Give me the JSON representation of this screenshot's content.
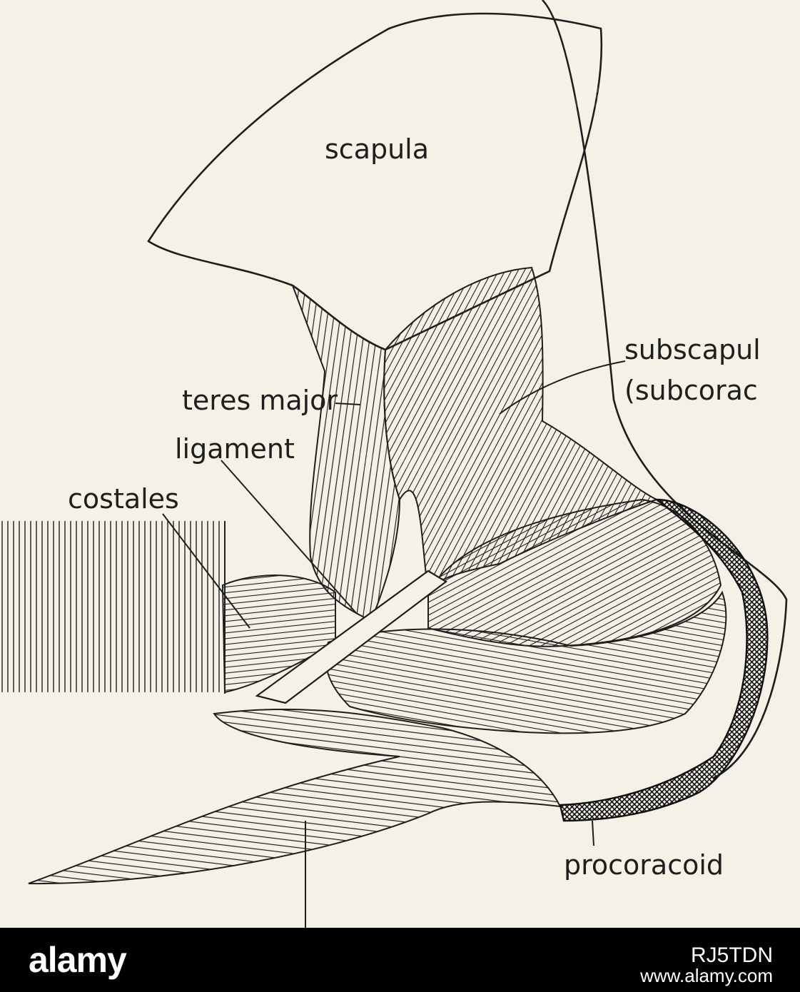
{
  "labels": {
    "scapula": "scapula",
    "subscapularis": "subscapul",
    "subcoracoid": "(subcorac",
    "teres_major": "teres major",
    "ligament": "ligament",
    "costales": "costales",
    "procoracoid": "procoracoid"
  },
  "watermark": {
    "text": "alamy"
  },
  "footer": {
    "brand": "alamy",
    "image_id": "RJ5TDN",
    "site": "www.alamy.com"
  },
  "colors": {
    "background": "#f4f1e6",
    "ink": "#1e1e1e",
    "footer": "#000000"
  }
}
